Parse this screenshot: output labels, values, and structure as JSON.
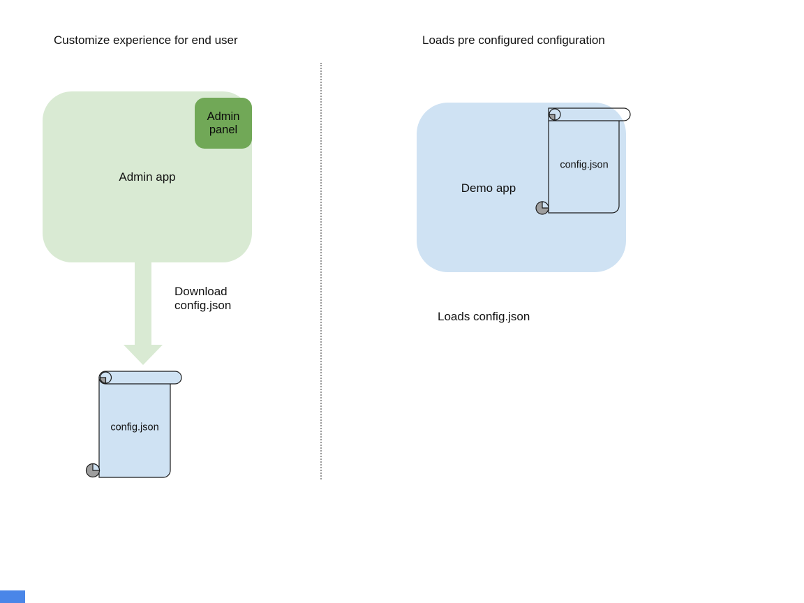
{
  "diagram": {
    "left": {
      "title": "Customize experience for end user",
      "admin_app_label": "Admin app",
      "admin_panel_lines": [
        "Admin",
        "panel"
      ],
      "download_label_lines": [
        "Download",
        "config.json"
      ],
      "config_file_label": "config.json"
    },
    "right": {
      "title": "Loads pre configured configuration",
      "demo_app_label": "Demo app",
      "config_file_label": "config.json",
      "caption": "Loads config.json"
    },
    "colors": {
      "app_box_green": "#d9ead3",
      "panel_green": "#71a857",
      "arrow_green": "#d9ead3",
      "file_blue": "#cfe2f3",
      "demo_box_blue": "#cfe2f3",
      "outline": "#1b1b1b",
      "curl_gray": "#9e9e9e",
      "divider_gray": "#999999",
      "partial_element_blue": "#4a86e8",
      "text": "#111111"
    }
  }
}
